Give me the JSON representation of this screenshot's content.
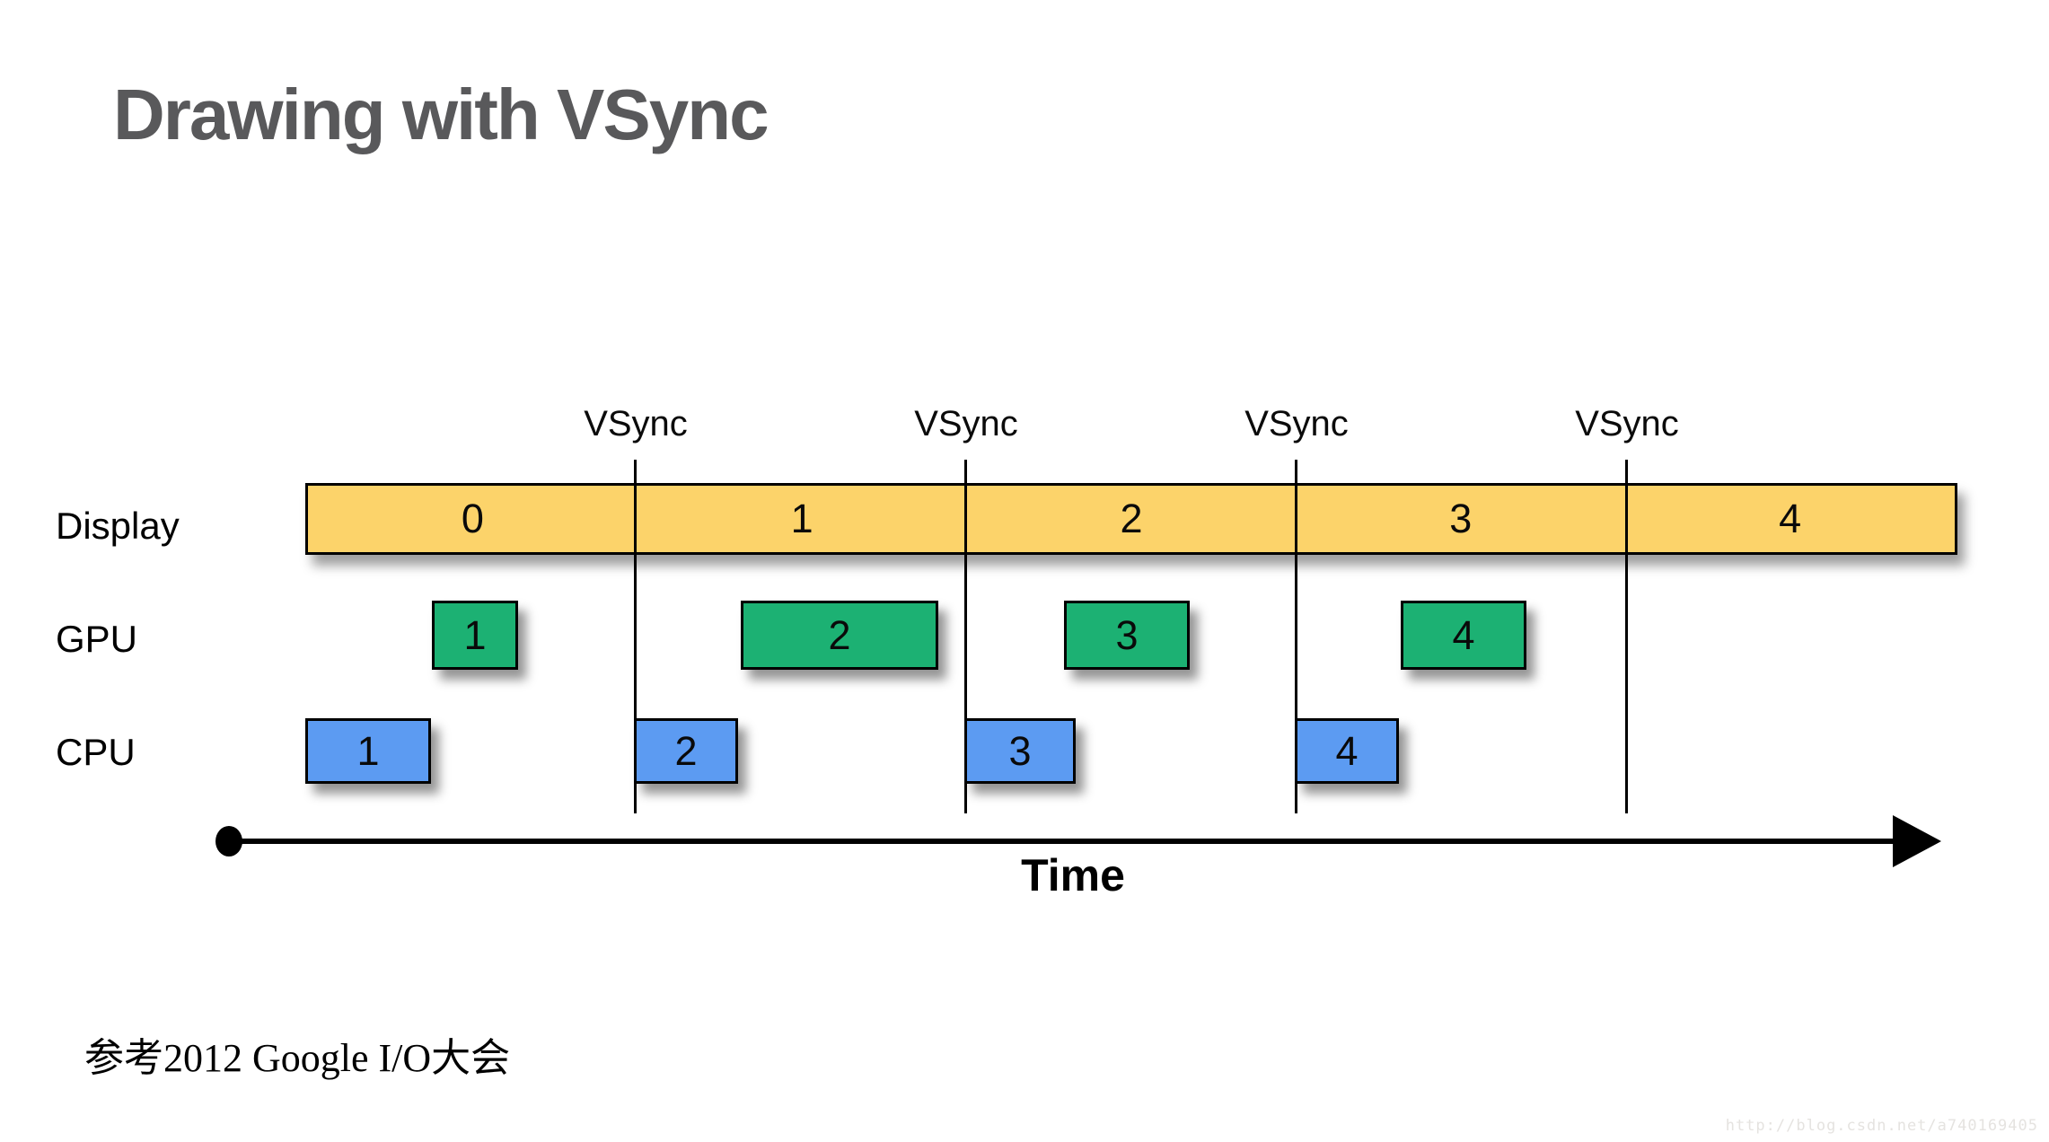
{
  "page": {
    "title": "Drawing with VSync",
    "citation": "参考2012 Google I/O大会",
    "watermark": "http://blog.csdn.net/a740169405"
  },
  "diagram": {
    "vsync_label": "VSync",
    "time_label": "Time",
    "rows": {
      "display": {
        "label": "Display",
        "frames": [
          "0",
          "1",
          "2",
          "3",
          "4"
        ]
      },
      "gpu": {
        "label": "GPU",
        "frames": [
          "1",
          "2",
          "3",
          "4"
        ]
      },
      "cpu": {
        "label": "CPU",
        "frames": [
          "1",
          "2",
          "3",
          "4"
        ]
      }
    },
    "vsync_count": 4,
    "colors": {
      "display_fill": "#FCD36A",
      "gpu_fill": "#1CB173",
      "cpu_fill": "#5C9BF2",
      "outline": "#000000",
      "title_gray": "#59595B",
      "watermark_gray": "#E5E3E0"
    }
  }
}
